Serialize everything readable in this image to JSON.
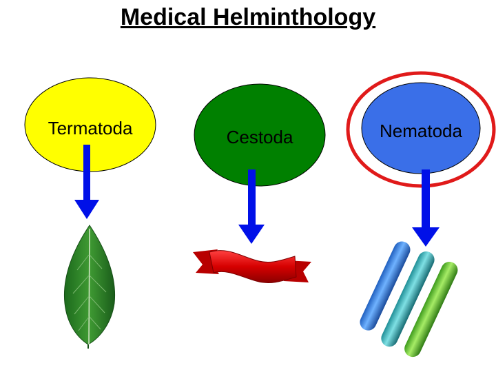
{
  "title": "Medical Helminthology",
  "nodes": [
    {
      "label": "Termatoda",
      "fill": "#ffff00"
    },
    {
      "label": "Cestoda",
      "fill": "#008000"
    },
    {
      "label": "Nematoda",
      "fill": "#3a6fe8"
    }
  ],
  "highlight_color": "#e01a1a",
  "arrow_color": "#0010e8",
  "images": [
    "leaf-image",
    "ribbon-image",
    "tubes-image"
  ]
}
